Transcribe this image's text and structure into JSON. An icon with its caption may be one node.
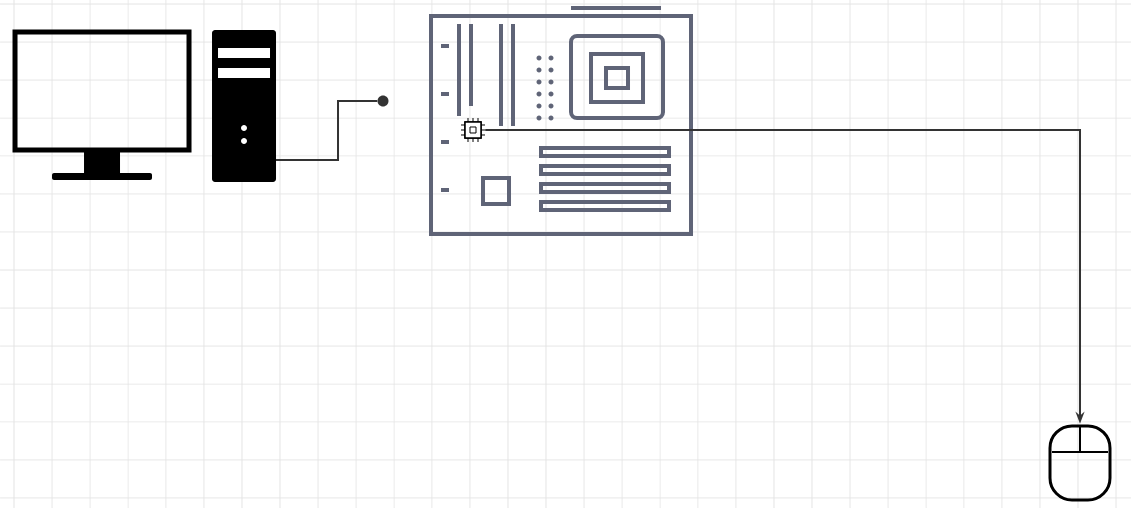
{
  "diagram": {
    "nodes": [
      {
        "text": [],
        "shape": "monitor"
      },
      {
        "text": [],
        "shape": "computer"
      },
      {
        "text": [],
        "shape": "board"
      },
      {
        "text": [],
        "shape": "chip",
        "in": 2
      },
      {
        "text": [],
        "shape": "mouse"
      },
      {
        "text": [],
        "shape": "circle"
      }
    ],
    "edges": [
      {
        "from": 1,
        "to": 5,
        "arrow": "none"
      },
      {
        "from": 3,
        "to": 4,
        "arrow": "to"
      }
    ]
  }
}
